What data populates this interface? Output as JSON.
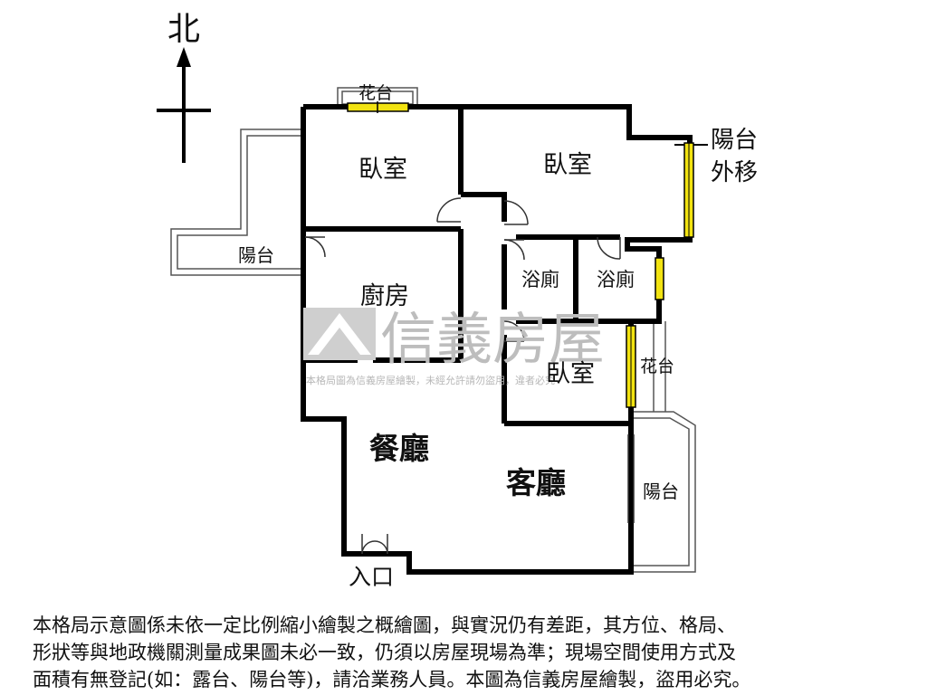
{
  "compass": {
    "north_label": "北"
  },
  "rooms": {
    "bedroom_nw": "臥室",
    "bedroom_ne": "臥室",
    "bedroom_center": "臥室",
    "kitchen": "廚房",
    "bath_left": "浴廁",
    "bath_right": "浴廁",
    "dining": "餐廳",
    "living": "客廳"
  },
  "annotations": {
    "planter_top": "花台",
    "planter_right": "花台",
    "balcony_west": "陽台",
    "balcony_east": "陽台",
    "balcony_moved_line1": "陽台",
    "balcony_moved_line2": "外移",
    "entrance": "入口"
  },
  "watermark": {
    "brand": "信義房屋",
    "notice": "本格局圖為信義房屋繪製，未經允許請勿盜用，違者必究"
  },
  "disclaimer": [
    "本格局示意圖係未依一定比例縮小繪製之概繪圖，與實況仍有差距，其方位、格局、",
    "形狀等與地政機關測量成果圖未必一致，仍須以房屋現場為準；現場空間使用方式及",
    "面積有無登記(如：露台、陽台等)，請洽業務人員。本圖為信義房屋繪製，盜用必究。"
  ]
}
